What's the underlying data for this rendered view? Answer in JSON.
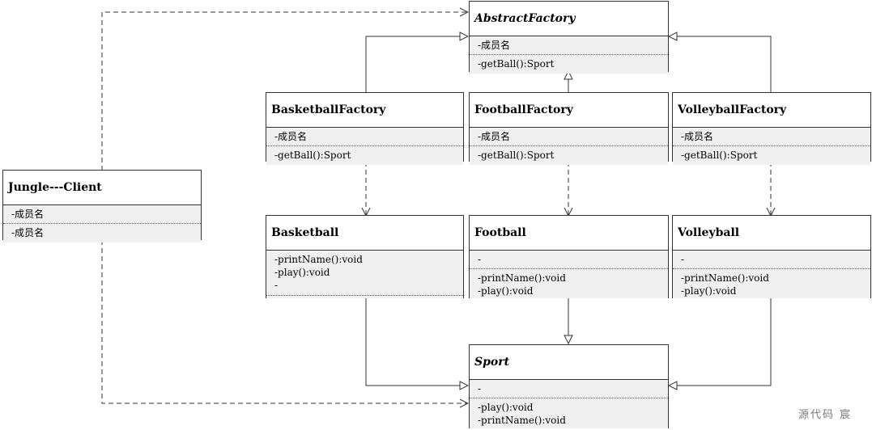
{
  "classes": {
    "abstract_factory": {
      "name": "AbstractFactory",
      "attributes": [
        "-成员名"
      ],
      "methods": [
        "-getBall():Sport"
      ]
    },
    "basketball_factory": {
      "name": "BasketballFactory",
      "attributes": [
        "-成员名"
      ],
      "methods": [
        "-getBall():Sport"
      ]
    },
    "football_factory": {
      "name": "FootballFactory",
      "attributes": [
        "-成员名"
      ],
      "methods": [
        "-getBall():Sport"
      ]
    },
    "volleyball_factory": {
      "name": "VolleyballFactory",
      "attributes": [
        "-成员名"
      ],
      "methods": [
        "-getBall():Sport"
      ]
    },
    "client": {
      "name": "Jungle---Client",
      "attributes": [
        "-成员名"
      ],
      "methods": [
        "-成员名"
      ]
    },
    "basketball": {
      "name": "Basketball",
      "attributes": [
        "-printName():void",
        "-play():void",
        "-"
      ],
      "methods": []
    },
    "football": {
      "name": "Football",
      "attributes": [
        "-"
      ],
      "methods": [
        "-printName():void",
        "-play():void"
      ]
    },
    "volleyball": {
      "name": "Volleyball",
      "attributes": [
        "-"
      ],
      "methods": [
        "-printName():void",
        "-play():void"
      ]
    },
    "sport": {
      "name": "Sport",
      "attributes": [
        "-"
      ],
      "methods": [
        "-play():void",
        "-printName():void"
      ]
    }
  },
  "watermark": "源代码 宸"
}
